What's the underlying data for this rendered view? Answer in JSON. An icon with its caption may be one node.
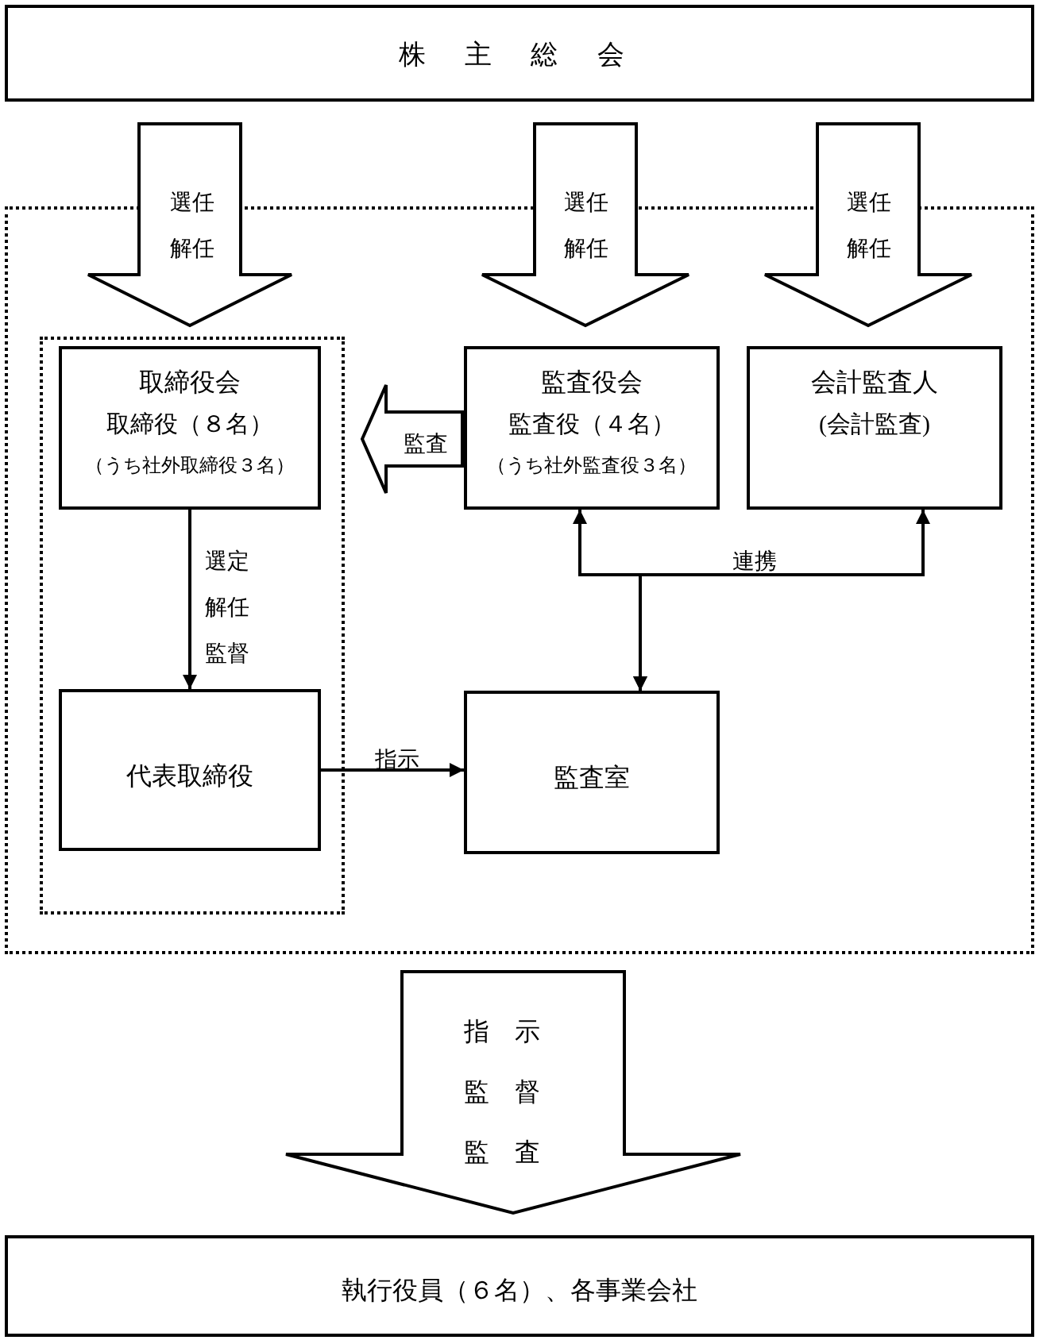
{
  "diagram": {
    "nodes": [
      {
        "text": [
          "株 主 総 会"
        ]
      },
      {
        "text": [],
        "shape": "box"
      },
      {
        "text": [],
        "shape": "box",
        "in": 1
      },
      {
        "text": [
          "取締役会",
          "取締役（８名）",
          "（うち社外取締役３名）"
        ],
        "in": 2
      },
      {
        "text": [
          "代表取締役"
        ],
        "in": 2
      },
      {
        "text": [
          "監査役会",
          "監査役（４名）",
          "（うち社外監査役３名）"
        ],
        "in": 1
      },
      {
        "text": [
          "会計監査人",
          "(会計監査)"
        ],
        "in": 1
      },
      {
        "text": [
          "監査室"
        ],
        "in": 1
      },
      {
        "text": [
          "執行役員（６名）、各事業会社"
        ]
      }
    ],
    "edges": [
      {
        "from": 0,
        "to": 3,
        "arrow": "to",
        "style": "thick",
        "label": "選任解任"
      },
      {
        "from": 0,
        "to": 5,
        "arrow": "to",
        "style": "thick",
        "label": "選任解任"
      },
      {
        "from": 0,
        "to": 6,
        "arrow": "to",
        "style": "thick",
        "label": "選任解任"
      },
      {
        "from": 5,
        "to": 3,
        "arrow": "to",
        "style": "thick",
        "label": "監査"
      },
      {
        "from": 3,
        "to": 4,
        "arrow": "to",
        "label": "選定解任監督"
      },
      {
        "from": 4,
        "to": 7,
        "arrow": "to",
        "label": "指示"
      },
      {
        "from": 7,
        "to": 5,
        "arrow": "both"
      },
      {
        "from": 7,
        "to": 6,
        "arrow": "both",
        "label": "連携"
      },
      {
        "from": 1,
        "to": 8,
        "arrow": "to",
        "style": "thick",
        "label": "指　示監　督監　査"
      }
    ]
  }
}
